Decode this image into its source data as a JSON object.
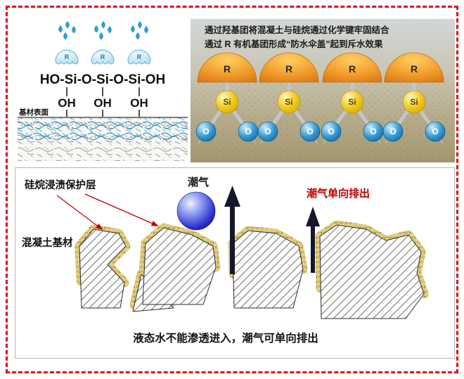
{
  "top_left": {
    "formula": "HO-Si-O-Si-O-Si-OH",
    "hydroxyl": "OH",
    "r_label": "R",
    "surface_label": "基材表面"
  },
  "top_right": {
    "caption_line1": "通过羟基团将混凝土与硅烷通过化学键牢固结合",
    "caption_line2": "通过 R 有机基团形成“防水伞盖”起到斥水效果",
    "r_label": "R",
    "si_label": "Si",
    "o_label": "O"
  },
  "bottom": {
    "protective_layer_label": "硅烷浸渍保护层",
    "substrate_label": "混凝土基材",
    "moisture_label": "潮气",
    "one_way_label": "潮气单向排出",
    "caption": "液态水不能渗透进入，潮气可单向排出"
  },
  "colors": {
    "frame_red": "#e01010",
    "accent_red": "#c00000",
    "dome_orange": "#e88a10",
    "si_yellow": "#f0c818",
    "o_blue": "#1a7ab8",
    "umbrella_blue": "#b4dff0",
    "coating_tan": "#dcc878",
    "moisture_blue": "#2020c8"
  }
}
